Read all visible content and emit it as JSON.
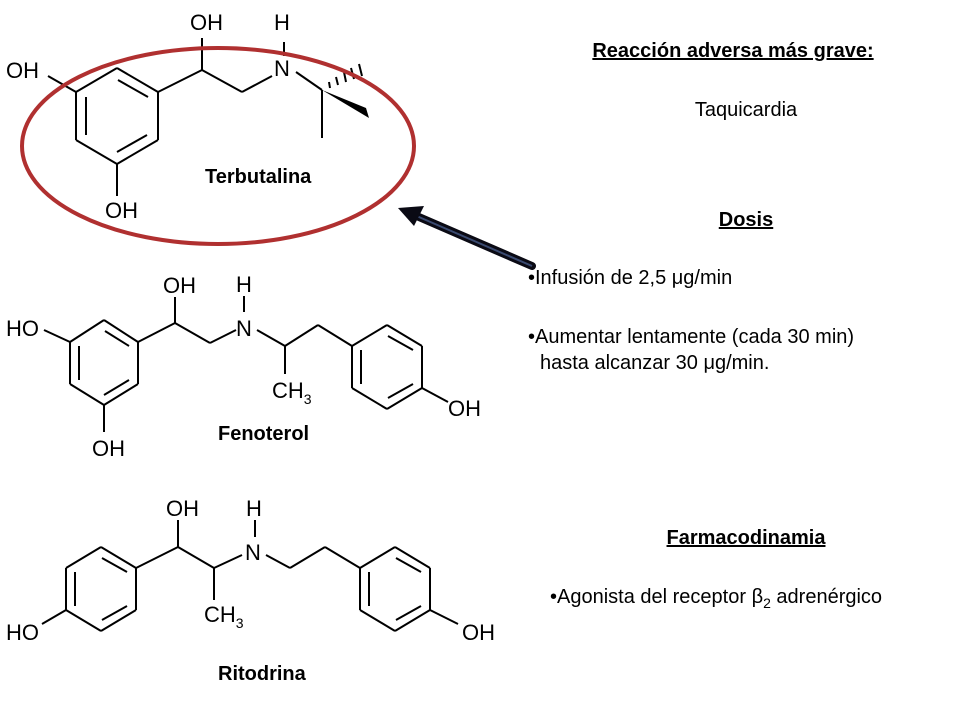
{
  "terbutalina": {
    "name": "Terbutalina",
    "labels": {
      "oh_top": "OH",
      "h_nh": "H",
      "n": "N",
      "oh_left": "OH",
      "oh_bottom": "OH"
    }
  },
  "fenoterol": {
    "name": "Fenoterol",
    "labels": {
      "oh_top": "OH",
      "h_nh": "H",
      "n": "N",
      "ho_left": "HO",
      "oh_bottom": "OH",
      "ch": "CH",
      "ch_sub": "3",
      "oh_right": "OH"
    }
  },
  "ritodrina": {
    "name": "Ritodrina",
    "labels": {
      "oh_top": "OH",
      "h_nh": "H",
      "n": "N",
      "ho_left": "HO",
      "ch": "CH",
      "ch_sub": "3",
      "oh_right": "OH"
    }
  },
  "side_panel": {
    "adverse_heading": "Reacción adversa más grave:",
    "adverse_text": "Taquicardia",
    "dose_heading": "Dosis",
    "dose_item1": "•Infusión de 2,5 μg/min",
    "dose_item2_line1": "•Aumentar lentamente  (cada 30 min)",
    "dose_item2_line2": "hasta alcanzar 30 μg/min.",
    "pharma_heading": "Farmacodinamia",
    "pharma_item_prefix": "•Agonista del receptor ",
    "pharma_beta": "β",
    "pharma_beta_sub": "2",
    "pharma_item_suffix": " adrenérgico"
  },
  "colors": {
    "highlight_ellipse": "#b03030",
    "arrow": "#0a0a14"
  }
}
